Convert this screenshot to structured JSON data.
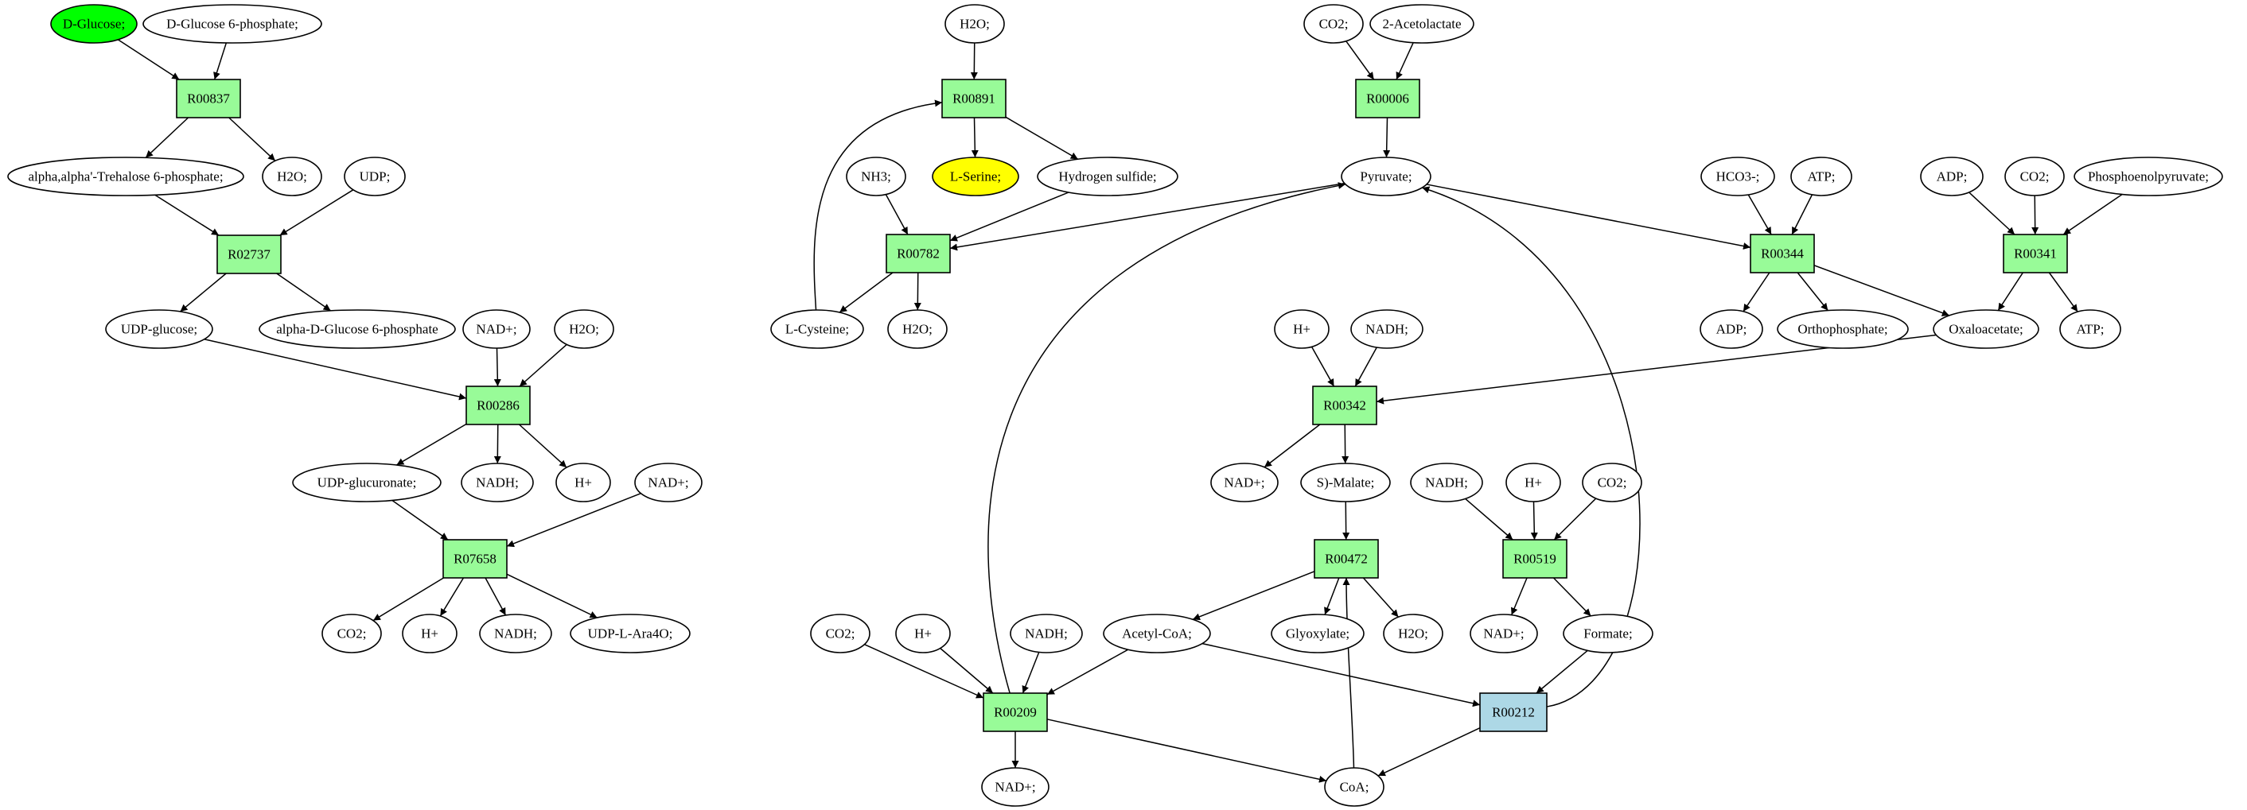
{
  "colors": {
    "reaction_default": "#98FB98",
    "reaction_highlight": "#ADD8E6",
    "compound_default": "#FFFFFF",
    "compound_source": "#00FF00",
    "compound_target": "#FFFF00",
    "edge": "#000000"
  },
  "nodes": {
    "n_dglucose": {
      "label": "D-Glucose;",
      "type": "compound",
      "fill": "#00FF00"
    },
    "n_g6p": {
      "label": "D-Glucose 6-phosphate;",
      "type": "compound"
    },
    "r_R00837": {
      "label": "R00837",
      "type": "reaction"
    },
    "n_trehalose6p": {
      "label": "alpha,alpha'-Trehalose 6-phosphate;",
      "type": "compound"
    },
    "n_h2o_a": {
      "label": "H2O;",
      "type": "compound"
    },
    "n_udp": {
      "label": "UDP;",
      "type": "compound"
    },
    "r_R02737": {
      "label": "R02737",
      "type": "reaction"
    },
    "n_udpglucose": {
      "label": "UDP-glucose;",
      "type": "compound"
    },
    "n_adglucose6p": {
      "label": "alpha-D-Glucose 6-phosphate",
      "type": "compound"
    },
    "n_nadp_a": {
      "label": "NAD+;",
      "type": "compound"
    },
    "n_h2o_b": {
      "label": "H2O;",
      "type": "compound"
    },
    "r_R00286": {
      "label": "R00286",
      "type": "reaction"
    },
    "n_udpglucuronate": {
      "label": "UDP-glucuronate;",
      "type": "compound"
    },
    "n_nadh_a": {
      "label": "NADH;",
      "type": "compound"
    },
    "n_hplus_a": {
      "label": "H+",
      "type": "compound"
    },
    "n_nadp_b": {
      "label": "NAD+;",
      "type": "compound"
    },
    "r_R07658": {
      "label": "R07658",
      "type": "reaction"
    },
    "n_co2_a": {
      "label": "CO2;",
      "type": "compound"
    },
    "n_hplus_b": {
      "label": "H+",
      "type": "compound"
    },
    "n_nadh_b": {
      "label": "NADH;",
      "type": "compound"
    },
    "n_udplara4o": {
      "label": "UDP-L-Ara4O;",
      "type": "compound"
    },
    "n_h2o_c": {
      "label": "H2O;",
      "type": "compound"
    },
    "r_R00891": {
      "label": "R00891",
      "type": "reaction"
    },
    "n_lserine": {
      "label": "L-Serine;",
      "type": "compound",
      "fill": "#FFFF00"
    },
    "n_h2s": {
      "label": "Hydrogen sulfide;",
      "type": "compound"
    },
    "n_nh3": {
      "label": "NH3;",
      "type": "compound"
    },
    "r_R00782": {
      "label": "R00782",
      "type": "reaction"
    },
    "n_lcysteine": {
      "label": "L-Cysteine;",
      "type": "compound"
    },
    "n_h2o_d": {
      "label": "H2O;",
      "type": "compound"
    },
    "n_co2_b": {
      "label": "CO2;",
      "type": "compound"
    },
    "n_acetolactate": {
      "label": "2-Acetolactate",
      "type": "compound"
    },
    "r_R00006": {
      "label": "R00006",
      "type": "reaction"
    },
    "n_pyruvate": {
      "label": "Pyruvate;",
      "type": "compound"
    },
    "n_hco3": {
      "label": "HCO3-;",
      "type": "compound"
    },
    "n_atp_a": {
      "label": "ATP;",
      "type": "compound"
    },
    "r_R00344": {
      "label": "R00344",
      "type": "reaction"
    },
    "n_adp_a": {
      "label": "ADP;",
      "type": "compound"
    },
    "n_orthophosphate": {
      "label": "Orthophosphate;",
      "type": "compound"
    },
    "n_oxaloacetate": {
      "label": "Oxaloacetate;",
      "type": "compound"
    },
    "n_adp_b": {
      "label": "ADP;",
      "type": "compound"
    },
    "n_co2_c": {
      "label": "CO2;",
      "type": "compound"
    },
    "n_pep": {
      "label": "Phosphoenolpyruvate;",
      "type": "compound"
    },
    "r_R00341": {
      "label": "R00341",
      "type": "reaction"
    },
    "n_atp_b": {
      "label": "ATP;",
      "type": "compound"
    },
    "n_hplus_c": {
      "label": "H+",
      "type": "compound"
    },
    "n_nadh_c": {
      "label": "NADH;",
      "type": "compound"
    },
    "r_R00342": {
      "label": "R00342",
      "type": "reaction"
    },
    "n_nadp_c": {
      "label": "NAD+;",
      "type": "compound"
    },
    "n_smalate": {
      "label": "S)-Malate;",
      "type": "compound"
    },
    "r_R00472": {
      "label": "R00472",
      "type": "reaction"
    },
    "n_acetylcoa": {
      "label": "Acetyl-CoA;",
      "type": "compound"
    },
    "n_glyoxylate": {
      "label": "Glyoxylate;",
      "type": "compound"
    },
    "n_h2o_e": {
      "label": "H2O;",
      "type": "compound"
    },
    "n_nadh_d": {
      "label": "NADH;",
      "type": "compound"
    },
    "n_hplus_d": {
      "label": "H+",
      "type": "compound"
    },
    "n_co2_d": {
      "label": "CO2;",
      "type": "compound"
    },
    "r_R00519": {
      "label": "R00519",
      "type": "reaction"
    },
    "n_nadp_d": {
      "label": "NAD+;",
      "type": "compound"
    },
    "n_formate": {
      "label": "Formate;",
      "type": "compound"
    },
    "r_R00212": {
      "label": "R00212",
      "type": "reaction",
      "fill": "#ADD8E6"
    },
    "n_co2_e": {
      "label": "CO2;",
      "type": "compound"
    },
    "n_hplus_e": {
      "label": "H+",
      "type": "compound"
    },
    "n_nadh_e": {
      "label": "NADH;",
      "type": "compound"
    },
    "r_R00209": {
      "label": "R00209",
      "type": "reaction"
    },
    "n_nadp_e": {
      "label": "NAD+;",
      "type": "compound"
    },
    "n_coa": {
      "label": "CoA;",
      "type": "compound"
    }
  },
  "edges": [
    [
      "n_dglucose",
      "r_R00837"
    ],
    [
      "n_g6p",
      "r_R00837"
    ],
    [
      "r_R00837",
      "n_trehalose6p"
    ],
    [
      "r_R00837",
      "n_h2o_a"
    ],
    [
      "n_trehalose6p",
      "r_R02737"
    ],
    [
      "n_udp",
      "r_R02737"
    ],
    [
      "r_R02737",
      "n_udpglucose"
    ],
    [
      "r_R02737",
      "n_adglucose6p"
    ],
    [
      "n_udpglucose",
      "r_R00286"
    ],
    [
      "n_nadp_a",
      "r_R00286"
    ],
    [
      "n_h2o_b",
      "r_R00286"
    ],
    [
      "r_R00286",
      "n_udpglucuronate"
    ],
    [
      "r_R00286",
      "n_nadh_a"
    ],
    [
      "r_R00286",
      "n_hplus_a"
    ],
    [
      "n_udpglucuronate",
      "r_R07658"
    ],
    [
      "n_nadp_b",
      "r_R07658"
    ],
    [
      "r_R07658",
      "n_co2_a"
    ],
    [
      "r_R07658",
      "n_hplus_b"
    ],
    [
      "r_R07658",
      "n_nadh_b"
    ],
    [
      "r_R07658",
      "n_udplara4o"
    ],
    [
      "n_h2o_c",
      "r_R00891"
    ],
    [
      "r_R00891",
      "n_lserine"
    ],
    [
      "r_R00891",
      "n_h2s"
    ],
    [
      "n_lcysteine",
      "r_R00891"
    ],
    [
      "n_nh3",
      "r_R00782"
    ],
    [
      "n_h2s",
      "r_R00782"
    ],
    [
      "n_pyruvate",
      "r_R00782"
    ],
    [
      "r_R00782",
      "n_lcysteine"
    ],
    [
      "r_R00782",
      "n_h2o_d"
    ],
    [
      "n_co2_b",
      "r_R00006"
    ],
    [
      "n_acetolactate",
      "r_R00006"
    ],
    [
      "r_R00006",
      "n_pyruvate"
    ],
    [
      "n_pyruvate",
      "r_R00344"
    ],
    [
      "n_hco3",
      "r_R00344"
    ],
    [
      "n_atp_a",
      "r_R00344"
    ],
    [
      "r_R00344",
      "n_adp_a"
    ],
    [
      "r_R00344",
      "n_orthophosphate"
    ],
    [
      "r_R00344",
      "n_oxaloacetate"
    ],
    [
      "n_adp_b",
      "r_R00341"
    ],
    [
      "n_co2_c",
      "r_R00341"
    ],
    [
      "n_pep",
      "r_R00341"
    ],
    [
      "r_R00341",
      "n_oxaloacetate"
    ],
    [
      "r_R00341",
      "n_atp_b"
    ],
    [
      "n_oxaloacetate",
      "r_R00342"
    ],
    [
      "n_hplus_c",
      "r_R00342"
    ],
    [
      "n_nadh_c",
      "r_R00342"
    ],
    [
      "r_R00342",
      "n_nadp_c"
    ],
    [
      "r_R00342",
      "n_smalate"
    ],
    [
      "n_smalate",
      "r_R00472"
    ],
    [
      "n_coa",
      "r_R00472"
    ],
    [
      "r_R00472",
      "n_acetylcoa"
    ],
    [
      "r_R00472",
      "n_glyoxylate"
    ],
    [
      "r_R00472",
      "n_h2o_e"
    ],
    [
      "n_nadh_d",
      "r_R00519"
    ],
    [
      "n_hplus_d",
      "r_R00519"
    ],
    [
      "n_co2_d",
      "r_R00519"
    ],
    [
      "r_R00519",
      "n_nadp_d"
    ],
    [
      "r_R00519",
      "n_formate"
    ],
    [
      "n_acetylcoa",
      "r_R00212"
    ],
    [
      "n_formate",
      "r_R00212"
    ],
    [
      "r_R00212",
      "n_coa"
    ],
    [
      "r_R00212",
      "n_pyruvate"
    ],
    [
      "n_co2_e",
      "r_R00209"
    ],
    [
      "n_hplus_e",
      "r_R00209"
    ],
    [
      "n_nadh_e",
      "r_R00209"
    ],
    [
      "n_acetylcoa",
      "r_R00209"
    ],
    [
      "r_R00209",
      "n_nadp_e"
    ],
    [
      "r_R00209",
      "n_coa"
    ],
    [
      "r_R00209",
      "n_pyruvate"
    ]
  ]
}
